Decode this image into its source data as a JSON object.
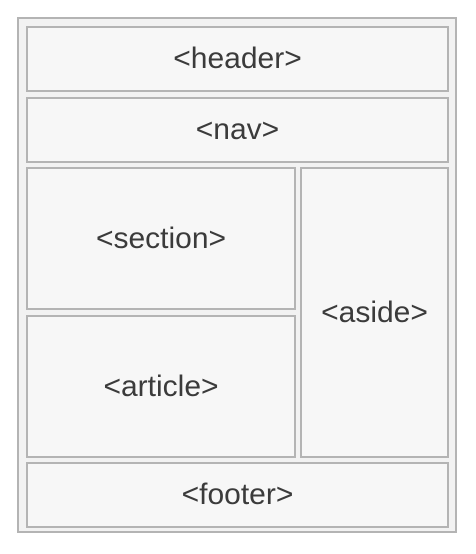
{
  "layout": {
    "header": "<header>",
    "nav": "<nav>",
    "section": "<section>",
    "article": "<article>",
    "aside": "<aside>",
    "footer": "<footer>"
  }
}
